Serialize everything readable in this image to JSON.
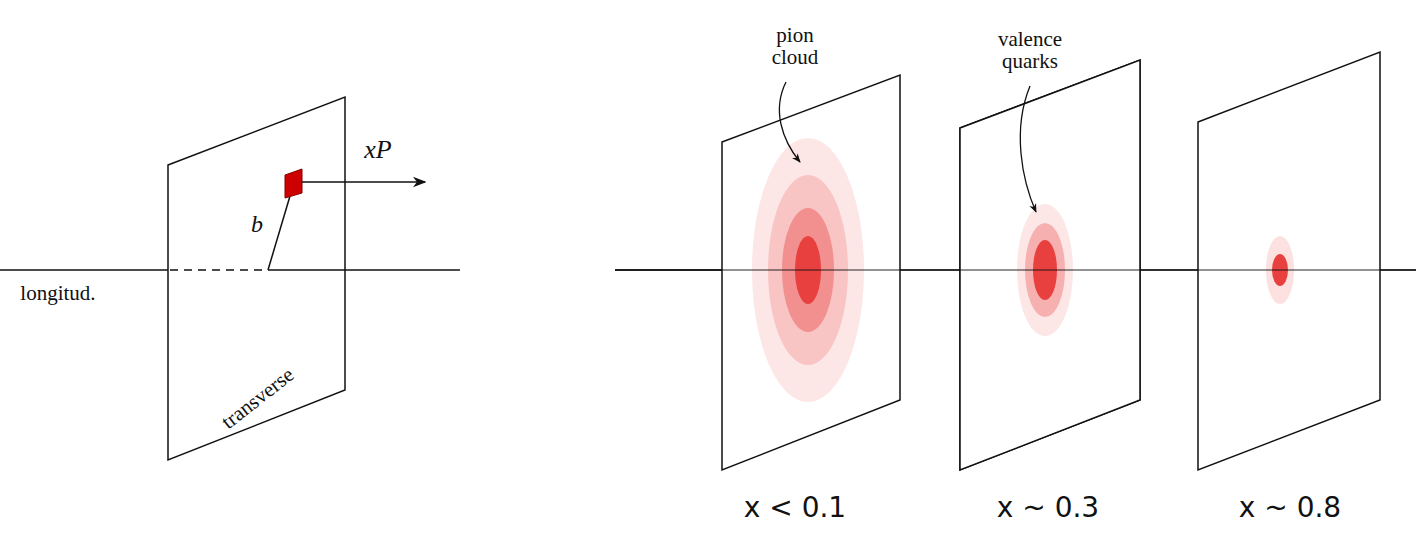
{
  "diagram": {
    "labels": [
      "xP",
      "b",
      "longitud.",
      "transverse",
      "pion cloud",
      "valence quarks",
      "x < 0.1",
      "x ~ 0.3",
      "x ~ 0.8"
    ]
  }
}
